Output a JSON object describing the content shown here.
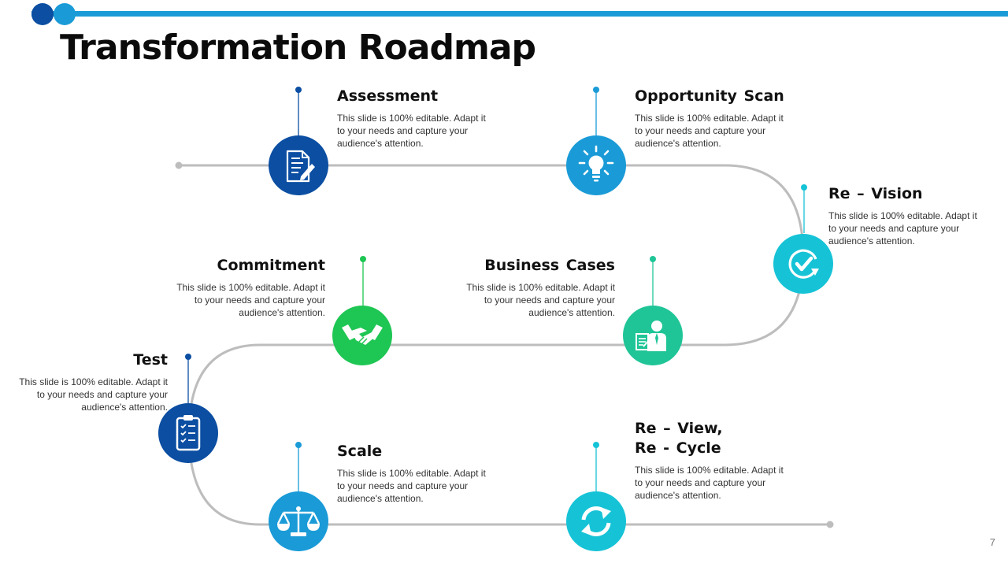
{
  "slide": {
    "title": "Transformation Roadmap",
    "page_number": "7"
  },
  "colors": {
    "dark_blue": "#0b4ea2",
    "sky_blue": "#1a9bd7",
    "cyan": "#16c3d6",
    "green": "#1ec653",
    "teal_green": "#20c597",
    "path_gray": "#bdbdbd"
  },
  "milestones": [
    {
      "title": "Assessment",
      "description": "This slide is 100% editable. Adapt it to your needs and capture your audience's attention.",
      "icon": "document-pen-icon"
    },
    {
      "title": "Opportunity  Scan",
      "description": "This slide is 100% editable. Adapt it to your needs and capture your audience's attention.",
      "icon": "lightbulb-icon"
    },
    {
      "title": "Re – Vision",
      "description": "This slide is 100% editable. Adapt it to your needs and capture your audience's attention.",
      "icon": "check-cycle-icon"
    },
    {
      "title": "Commitment",
      "description": "This slide is 100% editable. Adapt it to your needs and capture your audience's attention.",
      "icon": "handshake-icon"
    },
    {
      "title": "Business Cases",
      "description": "This slide is 100% editable. Adapt it to your needs and capture your audience's attention.",
      "icon": "businessman-icon"
    },
    {
      "title": "Test",
      "description": "This slide is 100% editable. Adapt it to your needs and capture your audience's attention.",
      "icon": "clipboard-checklist-icon"
    },
    {
      "title": "Scale",
      "description": "This slide is 100% editable. Adapt it to your needs and capture your audience's attention.",
      "icon": "balance-scale-icon"
    },
    {
      "title": "Re – View,\nRe - Cycle",
      "description": "This slide is 100% editable. Adapt it to your needs and capture your audience's attention.",
      "icon": "refresh-icon"
    }
  ]
}
